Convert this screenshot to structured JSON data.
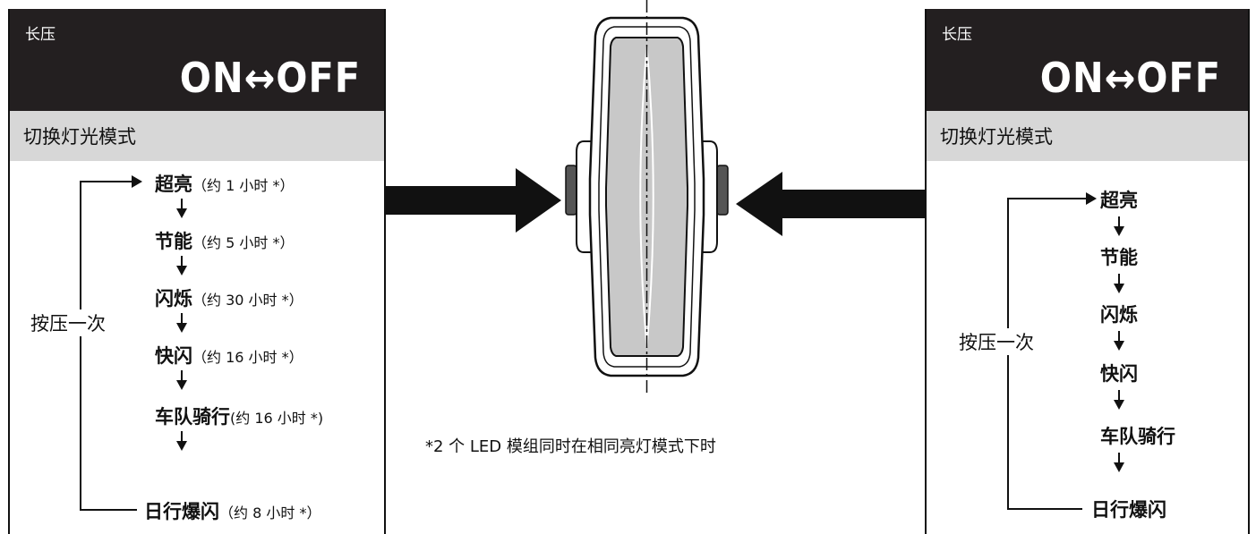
{
  "left_panel": {
    "long_press_label": "长压",
    "on_off_label": "ON↔OFF",
    "switch_mode_label": "切换灯光模式",
    "press_once_label": "按压一次",
    "modes": [
      {
        "name": "超亮",
        "duration": "（约 1 小时 *）"
      },
      {
        "name": "节能",
        "duration": "（约 5 小时 *）"
      },
      {
        "name": "闪烁",
        "duration": "（约 30 小时 *）"
      },
      {
        "name": "快闪",
        "duration": "（约 16 小时 *）"
      },
      {
        "name": "车队骑行",
        "duration": "(约 16 小时 *)"
      },
      {
        "name": "日行爆闪",
        "duration": "（约 8 小时 *）"
      }
    ]
  },
  "right_panel": {
    "long_press_label": "长压",
    "on_off_label": "ON↔OFF",
    "switch_mode_label": "切换灯光模式",
    "press_once_label": "按压一次",
    "modes": [
      "超亮",
      "节能",
      "闪烁",
      "快闪",
      "车队骑行",
      "日行爆闪"
    ]
  },
  "footnote": "*2 个 LED 模组同时在相同亮灯模式下时",
  "colors": {
    "header_bg": "#231f20",
    "mode_bar_bg": "#d7d7d7",
    "lens": "#c8c8c8"
  }
}
